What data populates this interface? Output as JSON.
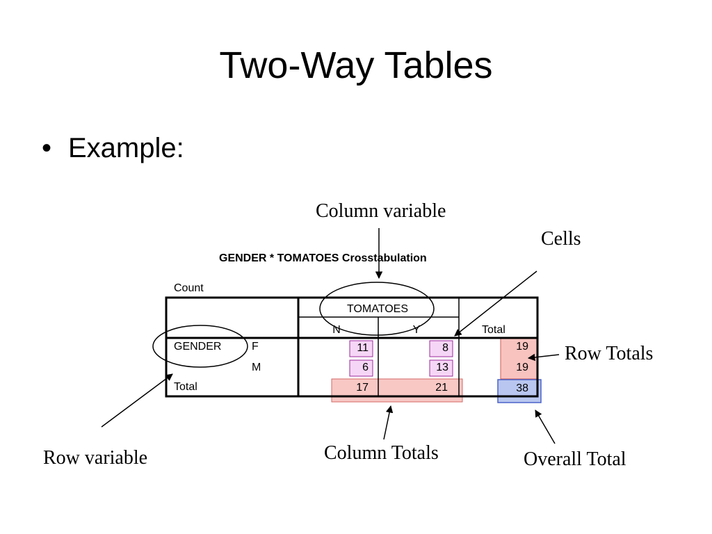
{
  "slide": {
    "title": "Two-Way Tables",
    "bullet": "Example:"
  },
  "annotations": {
    "column_variable": "Column variable",
    "cells": "Cells",
    "row_totals": "Row Totals",
    "row_variable": "Row variable",
    "column_totals": "Column Totals",
    "overall_total": "Overall Total"
  },
  "crosstab": {
    "title": "GENDER * TOMATOES Crosstabulation",
    "count_label": "Count",
    "column_variable": "TOMATOES",
    "column_categories": [
      "N",
      "Y"
    ],
    "total_label": "Total",
    "row_variable": "GENDER",
    "rows": [
      {
        "label": "F",
        "values": [
          "11",
          "8"
        ],
        "total": "19"
      },
      {
        "label": "M",
        "values": [
          "6",
          "13"
        ],
        "total": "19"
      }
    ],
    "totals_row": {
      "label": "Total",
      "values": [
        "17",
        "21"
      ],
      "total": "38"
    }
  },
  "colors": {
    "cell_highlight": "#f6d6f6",
    "cell_border": "#9b2b9b",
    "totals_fill": "#f8c3bf",
    "totals_border": "#d05a55",
    "overall_fill": "#b9c6ef",
    "overall_border": "#4a62c8"
  }
}
